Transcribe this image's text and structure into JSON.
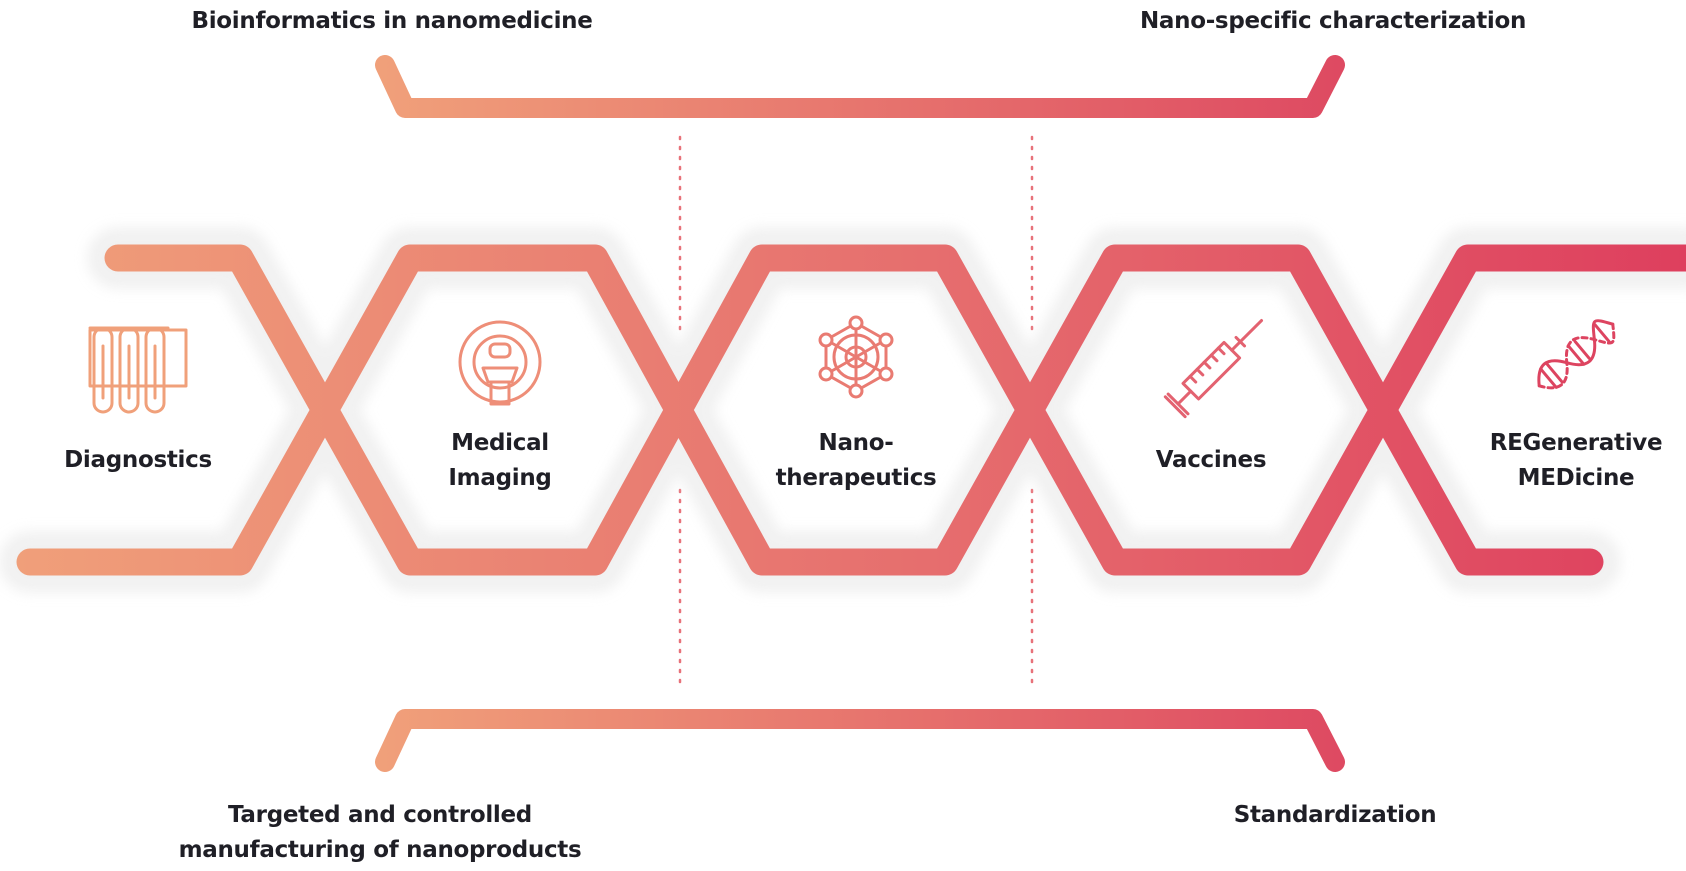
{
  "colors": {
    "gradient_start": "#F0A07A",
    "gradient_mid": "#E66E6E",
    "gradient_end": "#DE3F5E",
    "text": "#1F1F26",
    "shadow_halo": "#F3F3F3"
  },
  "top_labels": {
    "left": "Bioinformatics in nanomedicine",
    "right": "Nano-specific characterization"
  },
  "bottom_labels": {
    "left_line1": "Targeted and controlled",
    "left_line2": "manufacturing of nanoproducts",
    "right": "Standardization"
  },
  "sections": [
    {
      "lines": [
        "Diagnostics"
      ],
      "icon": "test-tubes-icon"
    },
    {
      "lines": [
        "Medical",
        "Imaging"
      ],
      "icon": "mri-scanner-icon"
    },
    {
      "lines": [
        "Nano-",
        "therapeutics"
      ],
      "icon": "nanoparticle-icon"
    },
    {
      "lines": [
        "Vaccines"
      ],
      "icon": "syringe-icon"
    },
    {
      "lines": [
        "REGenerative",
        "MEDicine"
      ],
      "icon": "dna-icon"
    }
  ]
}
